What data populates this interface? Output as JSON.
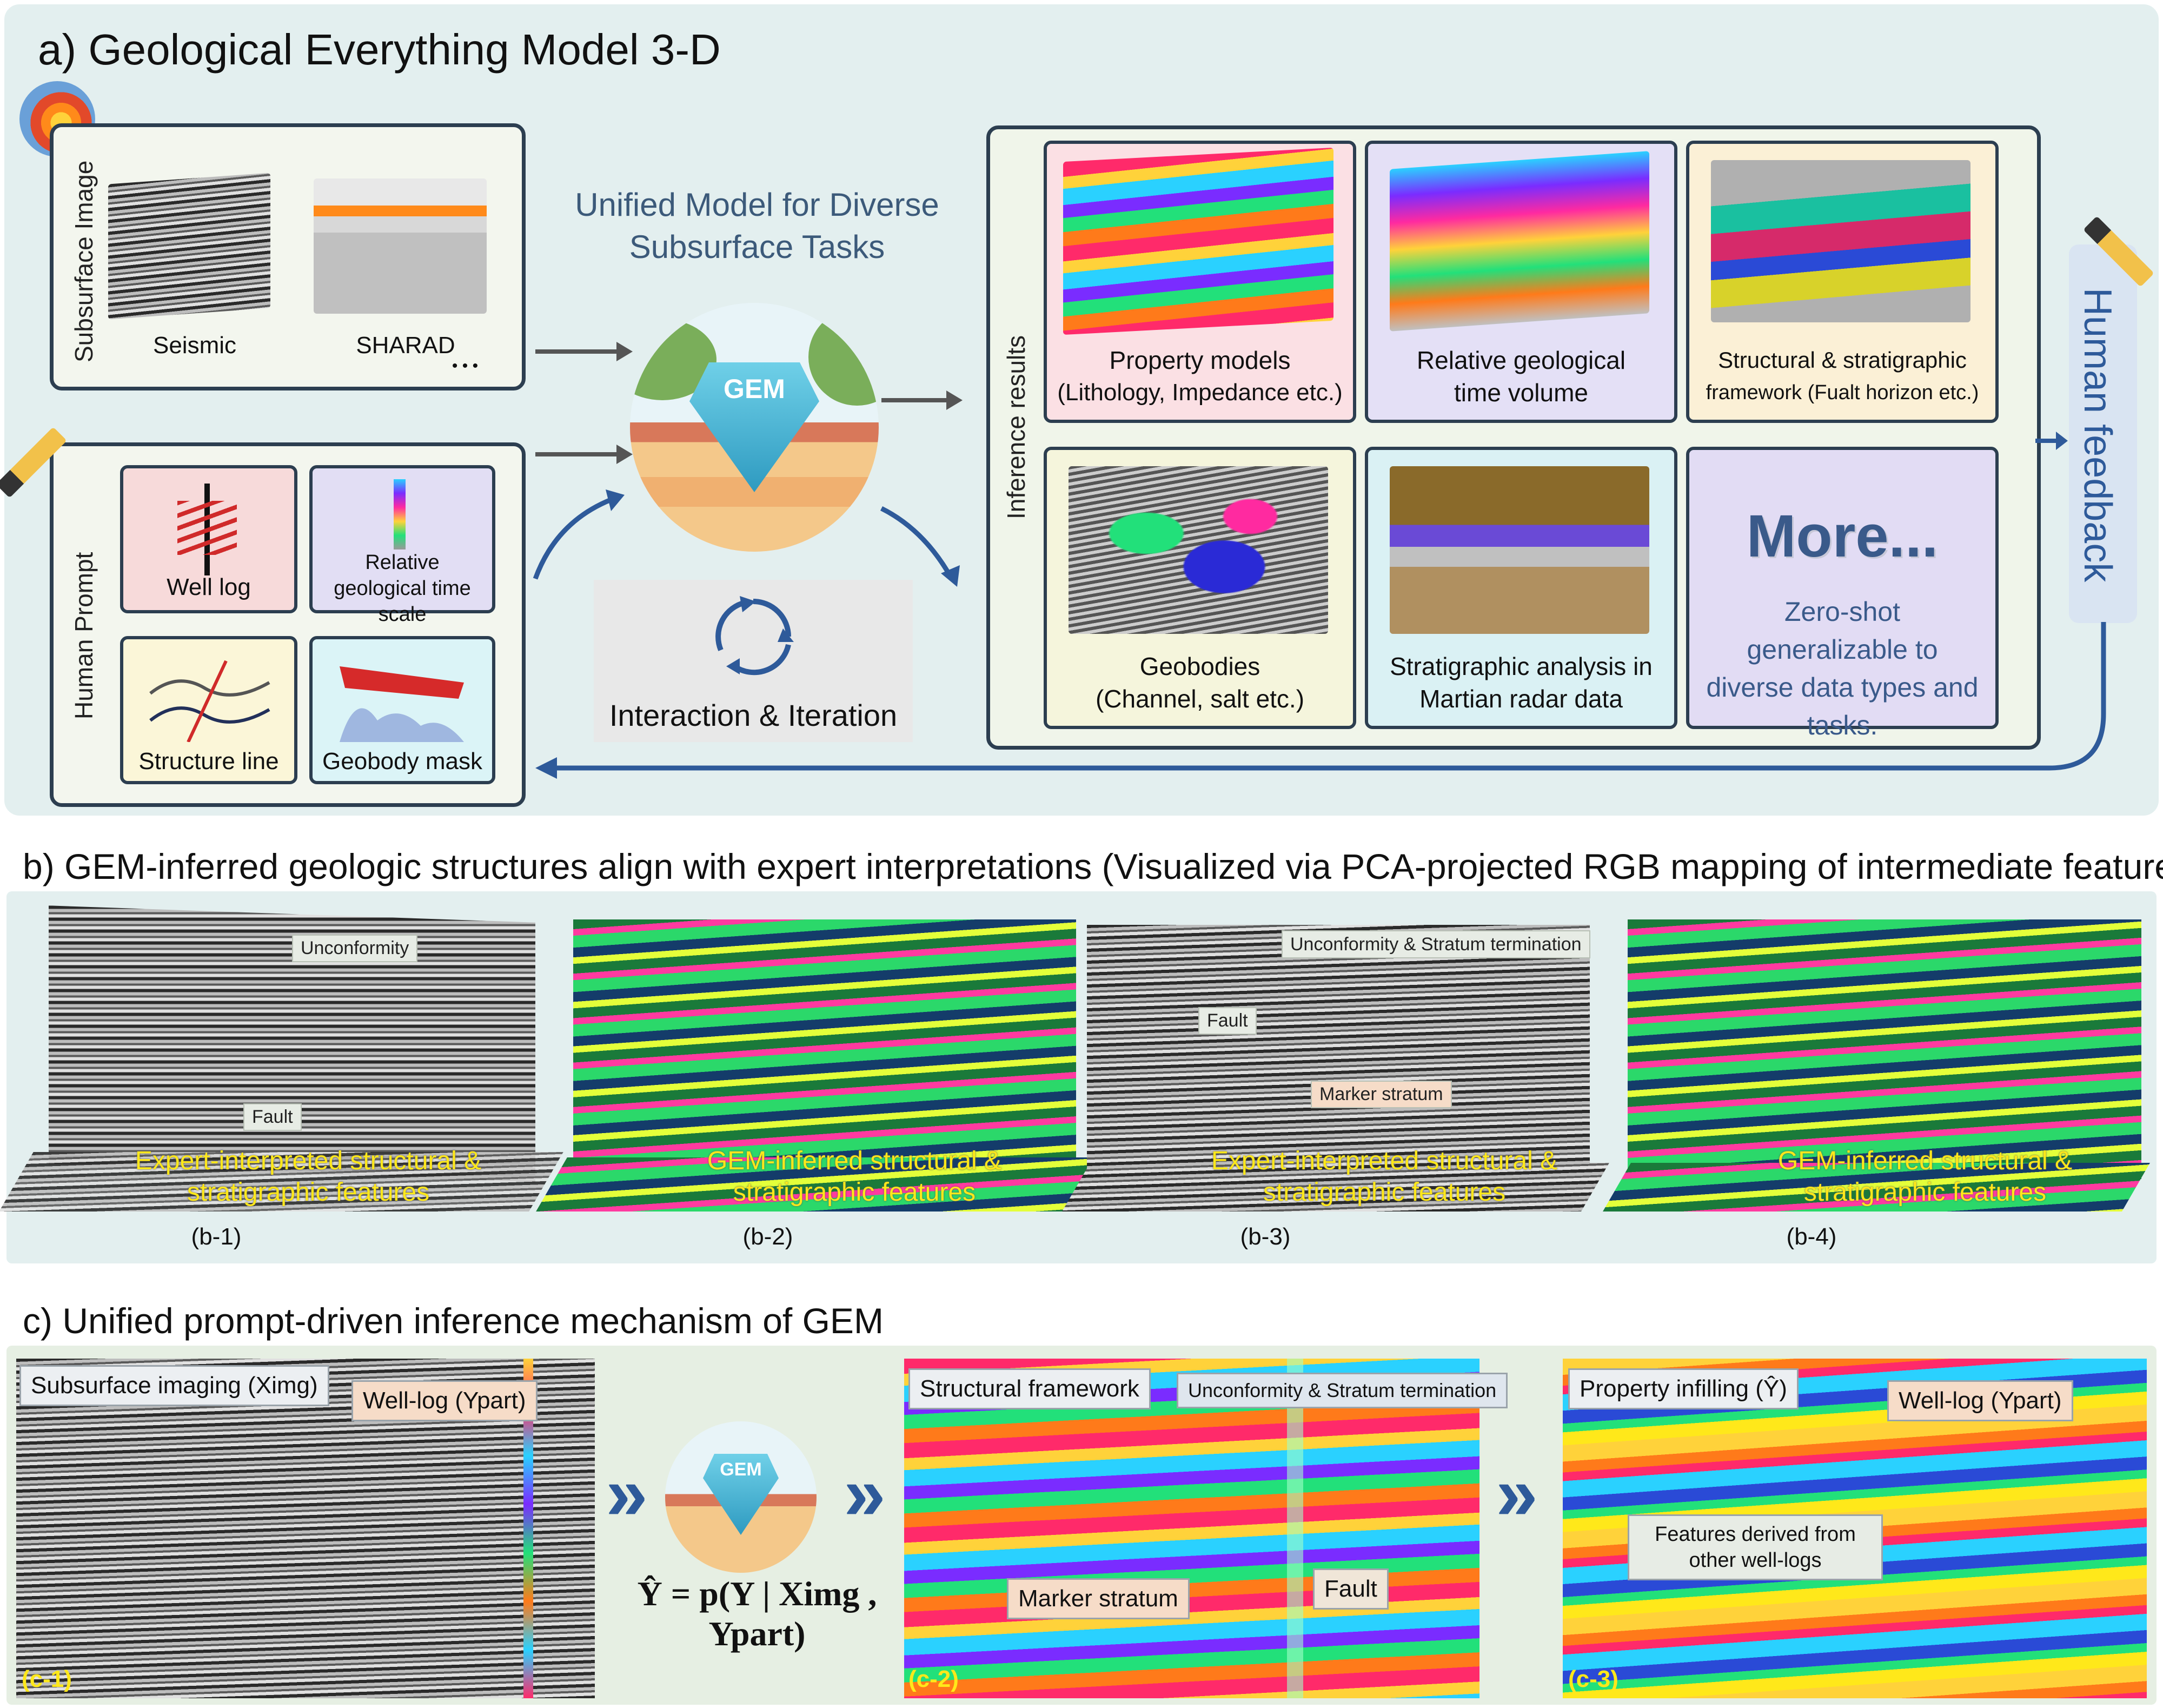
{
  "panel_a": {
    "title": "a) Geological Everything Model 3-D",
    "subsurface_label": "Subsurface Image",
    "seismic_label": "Seismic",
    "sharad_label": "SHARAD",
    "dots": "• • •",
    "human_prompt_label": "Human Prompt",
    "prompts": [
      {
        "label": "Well log"
      },
      {
        "label": "Relative geological time scale"
      },
      {
        "label": "Structure line"
      },
      {
        "label": "Geobody mask"
      }
    ],
    "unified_title": "Unified Model for Diverse Subsurface Tasks",
    "gem_label": "GEM",
    "interaction_label": "Interaction & Iteration",
    "inference_label": "Inference results",
    "results": [
      {
        "line1": "Property models",
        "line2": "(Lithology, Impedance etc.)"
      },
      {
        "line1": "Relative geological",
        "line2": "time  volume"
      },
      {
        "line1": "Structural & stratigraphic",
        "line2": "framework (Fualt horizon etc.)"
      },
      {
        "line1": "Geobodies",
        "line2": "(Channel, salt etc.)"
      },
      {
        "line1": "Stratigraphic analysis in",
        "line2": "Martian radar data"
      }
    ],
    "more_title": "More...",
    "more_desc": "Zero-shot generalizable to diverse data types and tasks.",
    "human_feedback": "Human feedback",
    "colors": {
      "accent": "#2e5a9a",
      "more_bg": "#e2dcf4",
      "feedback_bg": "#d9e4f2"
    }
  },
  "panel_b": {
    "title": "b) GEM-inferred geologic structures align with expert interpretations (Visualized via PCA-projected RGB mapping of intermediate features)",
    "items": [
      {
        "id": "(b-1)",
        "caption": "Expert-interpreted structural & stratigraphic features"
      },
      {
        "id": "(b-2)",
        "caption": "GEM-inferred structural & stratigraphic features"
      },
      {
        "id": "(b-3)",
        "caption": "Expert-interpreted structural & stratigraphic features"
      },
      {
        "id": "(b-4)",
        "caption": "GEM-inferred structural & stratigraphic features"
      }
    ],
    "b1_tags": {
      "unconformity": "Unconformity",
      "fault": "Fault"
    },
    "b3_tags": {
      "unconformity": "Unconformity & Stratum termination",
      "fault": "Fault",
      "marker": "Marker stratum"
    }
  },
  "panel_c": {
    "title": "c) Unified prompt-driven inference mechanism of GEM",
    "c1_title": "Subsurface imaging (Ximg)",
    "c1_welllog": "Well-log (Ypart)",
    "c1_id": "(c-1)",
    "equation": "Ŷ = p(Y | Ximg , Ypart)",
    "c2_title": "Structural framework",
    "c2_unconformity": "Unconformity & Stratum termination",
    "c2_marker": "Marker stratum",
    "c2_fault": "Fault",
    "c2_id": "(c-2)",
    "c3_title": "Property infilling (Ŷ)",
    "c3_welllog": "Well-log (Ypart)",
    "c3_features": "Features derived from other well-logs",
    "c3_id": "(c-3)",
    "chevrons": "»"
  }
}
